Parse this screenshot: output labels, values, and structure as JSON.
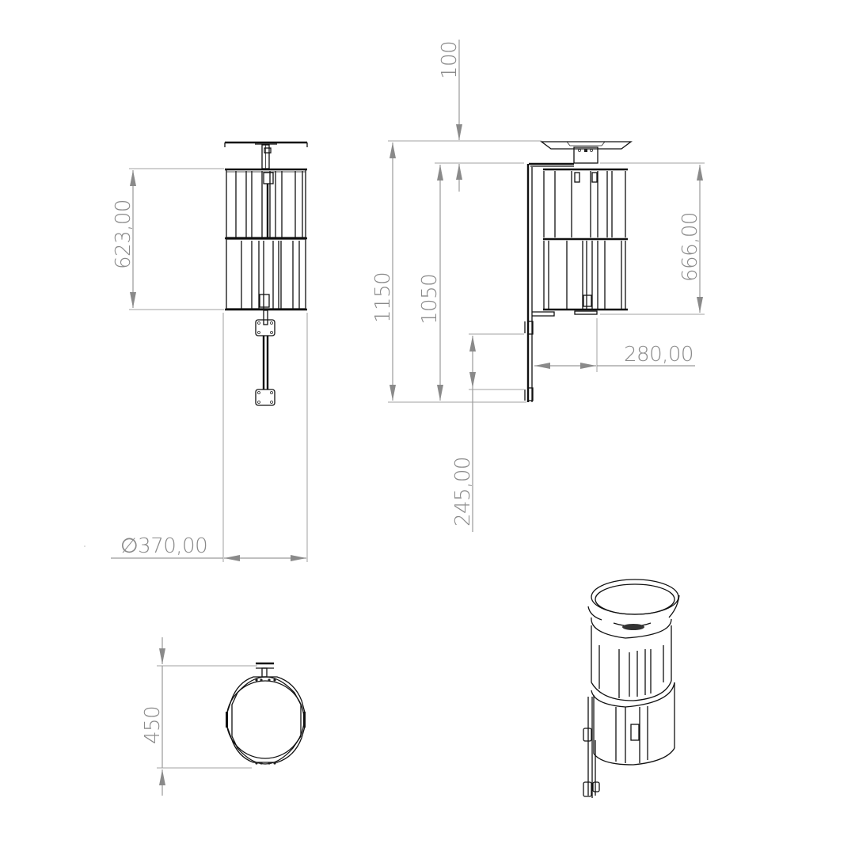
{
  "drawing": {
    "type": "technical-drawing",
    "subject": "wall-mounted cylindrical bin with ashtray top",
    "colors": {
      "dimension": "#8a8a8a",
      "outline": "#111111",
      "background": "#ffffff"
    }
  },
  "views": {
    "front": {
      "dimensions": {
        "body_height": "623,00",
        "diameter": "∅370,00"
      }
    },
    "side": {
      "dimensions": {
        "top_offset": "100",
        "total_height": "1150",
        "mount_height": "1050",
        "body_height": "666,00",
        "wall_offset": "280,00",
        "bracket_spacing": "245,00"
      }
    },
    "top": {
      "dimensions": {
        "depth": "450"
      }
    },
    "isometric": {
      "label": ""
    }
  }
}
